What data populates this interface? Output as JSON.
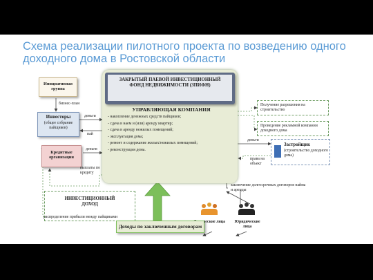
{
  "title": "Схема реализации пилотного проекта по возведению одного доходного дома в Ростовской области",
  "nodes": {
    "initiative": "Инициативная группа",
    "investors_title": "Инвесторы",
    "investors_sub": "(общее собрание пайщиков)",
    "credit": "Кредитные организации",
    "fund": "ЗАКРЫТЫЙ ПАЕВОЙ ИНВЕСТИЦИОННЫЙ ФОНД НЕДВИЖИМОСТИ (ЗПИФН)",
    "mgmt_title": "УПРАВЛЯЮЩАЯ КОМПАНИЯ",
    "mgmt_items": [
      "- накопление денежных средств пайщиков;",
      "- сдача в наем и (или) аренду квартир;",
      "- сдача в аренду нежилых помещений;",
      "- эксплуатация дома;",
      "- ремонт и содержание жилых/нежилых помещений;",
      "- реконструкция дома."
    ],
    "permit": "Получение разрешения на строительство",
    "advert": "Проведение рекламной компании доходного дома",
    "developer_title": "Застройщик",
    "developer_sub": "(строительство доходного дома)",
    "income_title": "ИНВЕСТИЦИОННЫЙ ДОХОД",
    "income_distribution": "распределение прибыли между пайщиками",
    "contracts_income": "Доходы по заключенным договорам",
    "individuals": "Физические лица",
    "legal": "Юридические лица"
  },
  "edge_labels": {
    "business_plan": "бизнес-план",
    "money_investors": "деньги",
    "shares": "пай",
    "money_credit": "деньги",
    "credit_payments": "выплаты по кредиту",
    "money_developer": "деньги",
    "object_rights": "права на объект",
    "contracts": "заключение долгосрочных договоров найма и аренды"
  },
  "colors": {
    "title": "#5b9bd5",
    "fund_fill": "#5f6b85",
    "mgmt_fill": "#e8ecd6",
    "arrow_green": "#7cbf5a",
    "investors_fill": "#dde6f1",
    "credit_fill": "#f3d2d2",
    "dashed": "#6a9a5f"
  }
}
